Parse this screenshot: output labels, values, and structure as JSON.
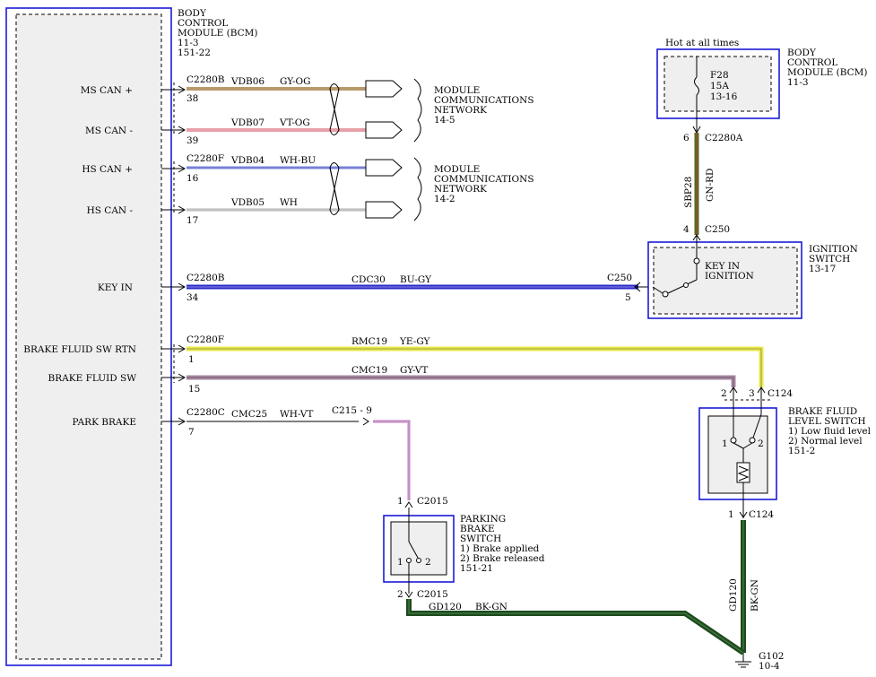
{
  "bcm_left": {
    "title_lines": [
      "BODY",
      "CONTROL",
      "MODULE (BCM)",
      "11-3",
      "151-22"
    ],
    "pins": {
      "ms_can_plus": "MS CAN +",
      "ms_can_minus": "MS CAN -",
      "hs_can_plus": "HS CAN +",
      "hs_can_minus": "HS CAN -",
      "key_in": "KEY IN",
      "brake_fluid_sw_rtn": "BRAKE FLUID SW RTN",
      "brake_fluid_sw": "BRAKE FLUID SW",
      "park_brake": "PARK BRAKE"
    }
  },
  "wires": {
    "vdb06": {
      "connector": "C2280B",
      "pin": "38",
      "circuit": "VDB06",
      "color": "GY-OG"
    },
    "vdb07": {
      "pin": "39",
      "circuit": "VDB07",
      "color": "VT-OG"
    },
    "vdb04": {
      "connector": "C2280F",
      "pin": "16",
      "circuit": "VDB04",
      "color": "WH-BU"
    },
    "vdb05": {
      "pin": "17",
      "circuit": "VDB05",
      "color": "WH"
    },
    "cdc30": {
      "connector": "C2280B",
      "pin": "34",
      "circuit": "CDC30",
      "color": "BU-GY",
      "far_connector": "C250",
      "far_pin": "5"
    },
    "rmc19": {
      "connector": "C2280F",
      "pin": "1",
      "circuit": "RMC19",
      "color": "YE-GY"
    },
    "cmc19": {
      "pin": "15",
      "circuit": "CMC19",
      "color": "GY-VT"
    },
    "cmc25": {
      "connector": "C2280C",
      "pin": "7",
      "circuit": "CMC25",
      "color": "WH-VT",
      "inline": "C215 - 9"
    },
    "sbp28": {
      "circuit": "SBP28",
      "color": "GN-RD",
      "top_pin": "6",
      "top_connector": "C2280A",
      "bottom_pin": "4",
      "bottom_connector": "C250"
    },
    "gd120_a": {
      "circuit": "GD120",
      "color": "BK-GN"
    },
    "gd120_b": {
      "circuit": "GD120",
      "color": "BK-GN"
    }
  },
  "networks": [
    {
      "lines": [
        "MODULE",
        "COMMUNICATIONS",
        "NETWORK",
        "14-5"
      ]
    },
    {
      "lines": [
        "MODULE",
        "COMMUNICATIONS",
        "NETWORK",
        "14-2"
      ]
    }
  ],
  "bcm_right": {
    "title_lines": [
      "BODY",
      "CONTROL",
      "MODULE (BCM)",
      "11-3"
    ],
    "hot_label": "Hot at all times",
    "fuse": {
      "name": "F28",
      "rating": "15A",
      "ref": "13-16"
    }
  },
  "ignition_switch": {
    "title_lines": [
      "IGNITION",
      "SWITCH",
      "13-17"
    ],
    "inner_lines": [
      "KEY IN",
      "IGNITION"
    ]
  },
  "brake_fluid_switch": {
    "title_lines": [
      "BRAKE FLUID",
      "LEVEL SWITCH",
      "1) Low fluid level",
      "2) Normal level",
      "151-2"
    ],
    "top_connector": "C124",
    "top_pin_left": "2",
    "top_pin_right": "3",
    "inner_pin_1": "1",
    "inner_pin_2": "2",
    "bottom_pin": "1",
    "bottom_connector": "C124"
  },
  "parking_brake_switch": {
    "title_lines": [
      "PARKING",
      "BRAKE",
      "SWITCH",
      "1) Brake applied",
      "2) Brake released",
      "151-21"
    ],
    "top_pin": "1",
    "top_connector": "C2015",
    "inner_pin_1": "1",
    "inner_pin_2": "2",
    "bottom_pin": "2",
    "bottom_connector": "C2015"
  },
  "ground": {
    "name": "G102",
    "ref": "10-4"
  },
  "colors": {
    "gy_og": "#b89a6a",
    "vt_og": "#e8a0a8",
    "wh_bu": "#b8c4f0",
    "wh": "#d8d8d8",
    "bu_gy": "#2a2acc",
    "ye_gy": "#e8e84a",
    "gy_vt": "#a68aa0",
    "wh_vt": "#e4b8e4",
    "gn_rd": "#556b1e",
    "bk_gn": "#1f4a1f",
    "module_border": "#1a1ad6"
  }
}
